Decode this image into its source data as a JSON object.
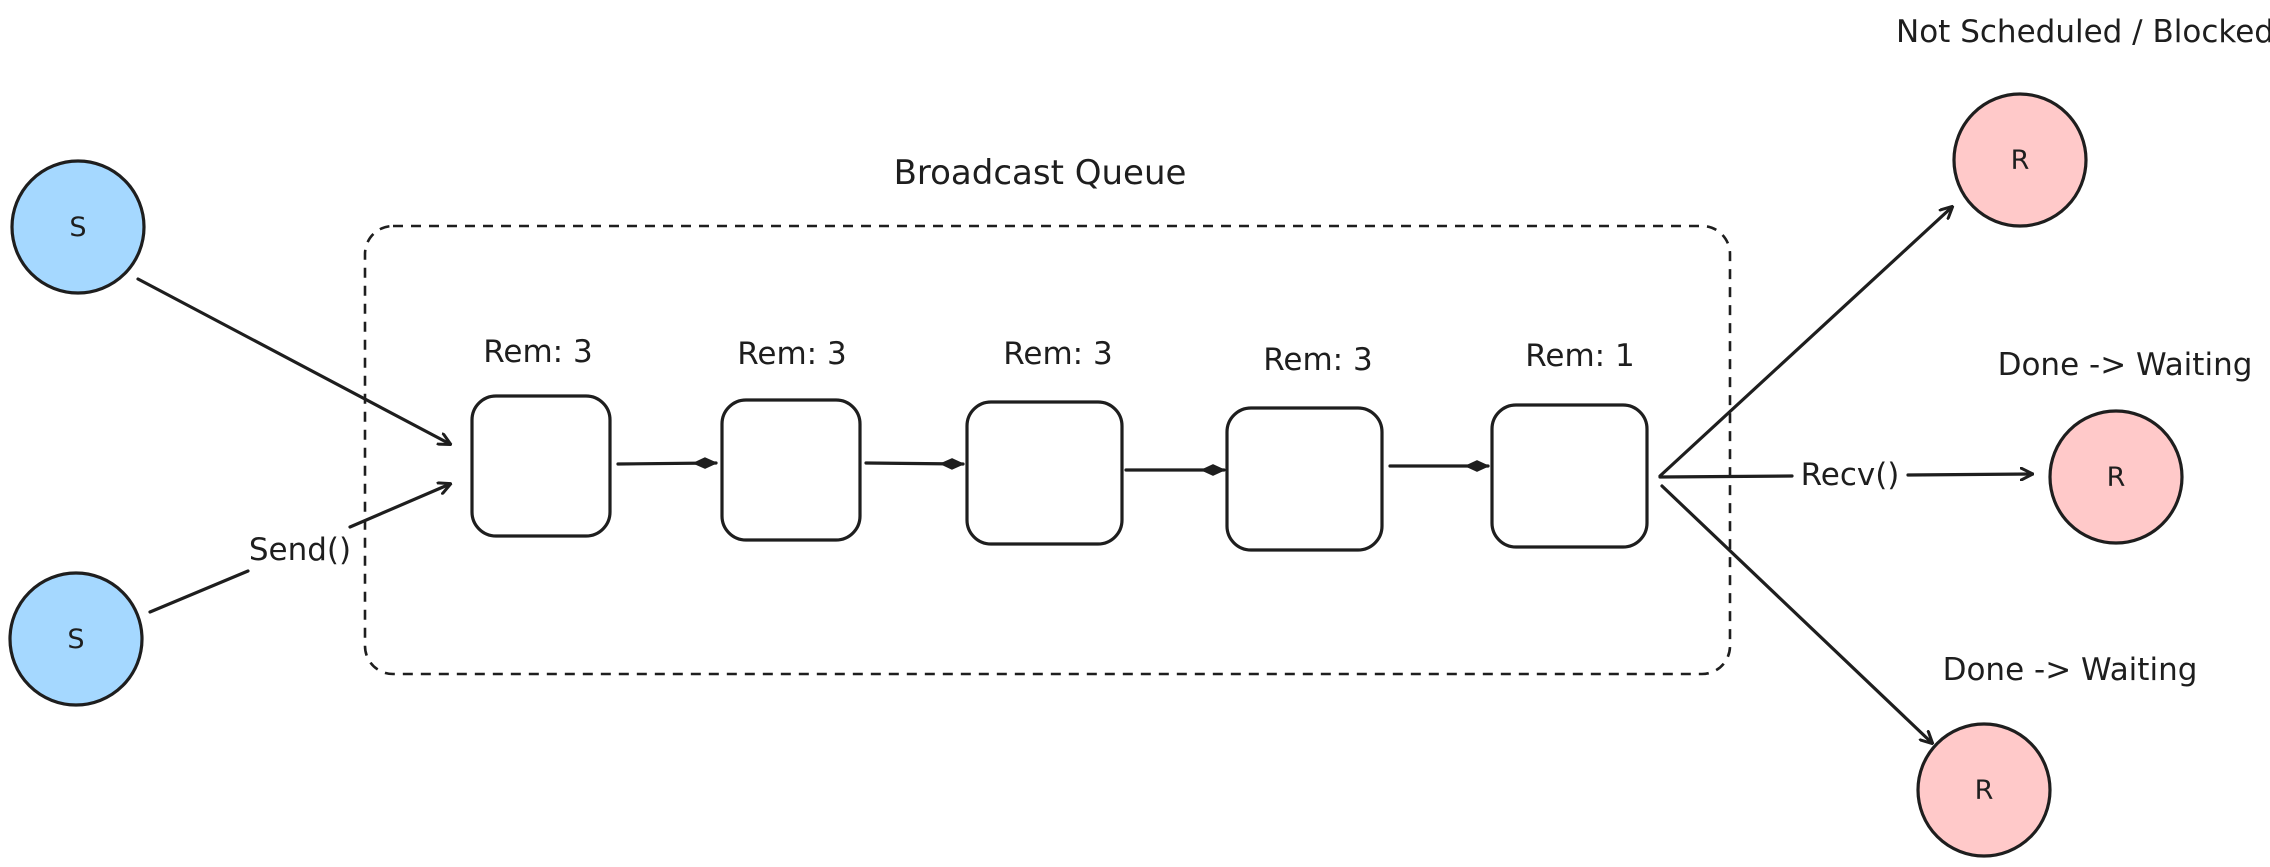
{
  "queue": {
    "title": "Broadcast Queue",
    "slots": [
      {
        "label": "Rem: 3"
      },
      {
        "label": "Rem: 3"
      },
      {
        "label": "Rem: 3"
      },
      {
        "label": "Rem: 3"
      },
      {
        "label": "Rem: 1"
      }
    ]
  },
  "senders": [
    {
      "letter": "S",
      "color": "#a5d8ff"
    },
    {
      "letter": "S",
      "color": "#a5d8ff"
    }
  ],
  "receivers": [
    {
      "letter": "R",
      "color": "#ffc9c9",
      "status": "Not Scheduled / Blocked"
    },
    {
      "letter": "R",
      "color": "#ffc9c9",
      "status": "Done -> Waiting"
    },
    {
      "letter": "R",
      "color": "#ffc9c9",
      "status": "Done -> Waiting"
    }
  ],
  "edges": {
    "send_label": "Send()",
    "recv_label": "Recv()"
  },
  "colors": {
    "stroke": "#1e1e1e",
    "sender_fill": "#a5d8ff",
    "receiver_fill": "#ffc9c9"
  }
}
